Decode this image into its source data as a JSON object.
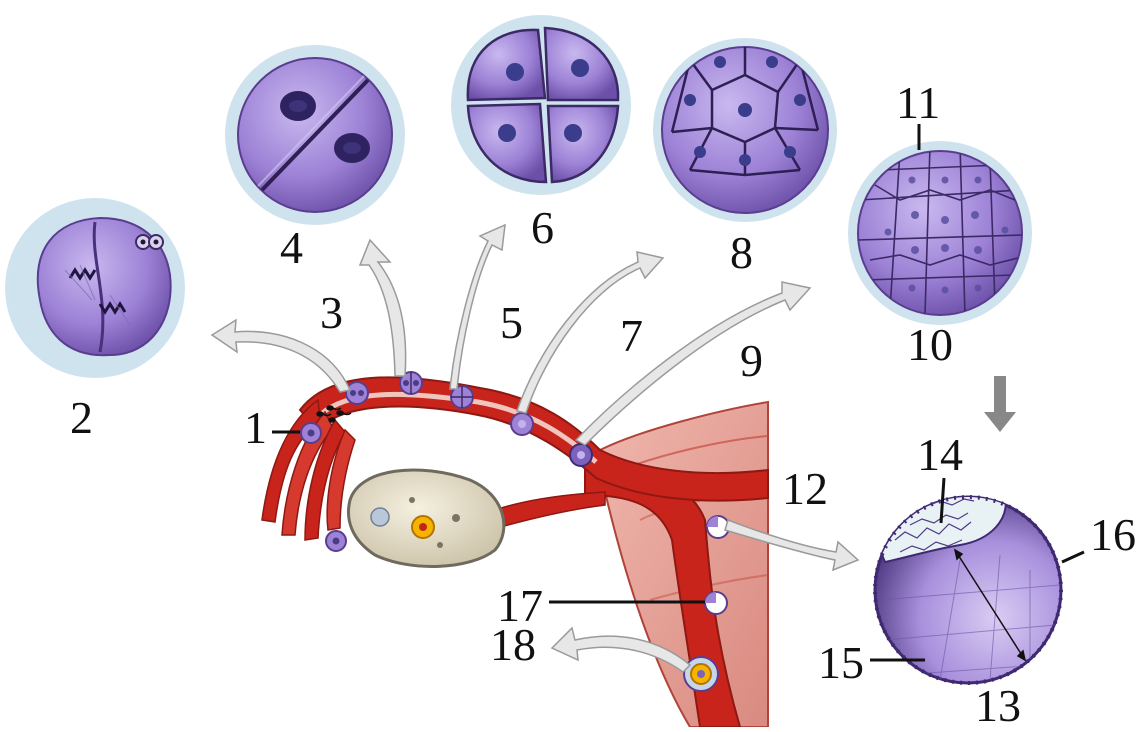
{
  "labels": {
    "l1": "1",
    "l2": "2",
    "l3": "3",
    "l4": "4",
    "l5": "5",
    "l6": "6",
    "l7": "7",
    "l8": "8",
    "l9": "9",
    "l10": "10",
    "l11": "11",
    "l12": "12",
    "l13": "13",
    "l14": "14",
    "l15": "15",
    "l16": "16",
    "l17": "17",
    "l18": "18"
  },
  "colors": {
    "halo": "#cfe3ee",
    "cell_fill": "#9d82d6",
    "cell_light": "#c4b2ec",
    "cell_dark": "#5a3d8f",
    "nucleus": "#4a3c88",
    "tube": "#c8241c",
    "tube_dark": "#8e1812",
    "uterine_muscle": "#e9a8a0",
    "ovary": "#e9e2cf",
    "arrow_fill": "#e7e7e7",
    "arrow_stroke": "#9a9a9a",
    "leader": "#111111"
  },
  "icons": {
    "arrow": "curved-arrow",
    "down_arrow": "down-arrow"
  }
}
